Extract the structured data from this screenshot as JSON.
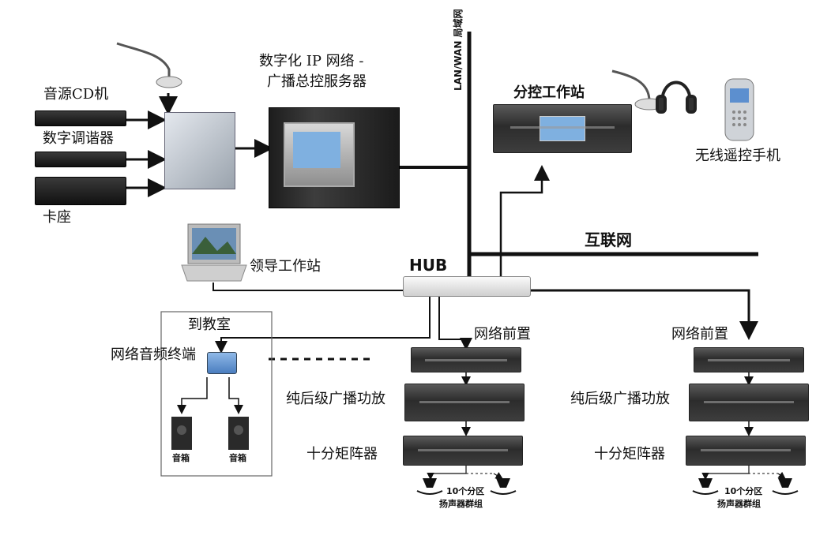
{
  "labels": {
    "server_title_1": "数字化 IP 网络 -",
    "server_title_2": "广播总控服务器",
    "cd_player": "音源CD机",
    "tuner": "数字调谐器",
    "cassette": "卡座",
    "lan_wan": "LAN/WAN 局域网",
    "sub_station": "分控工作站",
    "wireless_remote": "无线遥控手机",
    "internet": "互联网",
    "leader_station": "领导工作站",
    "hub": "HUB",
    "to_classroom": "到教室",
    "net_audio_terminal": "网络音频终端",
    "speaker_box_1": "音箱",
    "speaker_box_2": "音箱",
    "network_preamp_1": "网络前置",
    "network_preamp_2": "网络前置",
    "power_amp_1": "纯后级广播功放",
    "power_amp_2": "纯后级广播功放",
    "matrix_1": "十分矩阵器",
    "matrix_2": "十分矩阵器",
    "zone_group_1a": "10个分区",
    "zone_group_1b": "扬声器群组",
    "zone_group_2a": "10个分区",
    "zone_group_2b": "扬声器群组"
  },
  "colors": {
    "wire": "#111111",
    "screen_blue": "#7fb0e0",
    "dashed_box": "#555555"
  },
  "icons": [
    "microphone-icon",
    "headphones-icon",
    "mobile-phone-icon",
    "laptop-icon",
    "speaker-icon"
  ]
}
